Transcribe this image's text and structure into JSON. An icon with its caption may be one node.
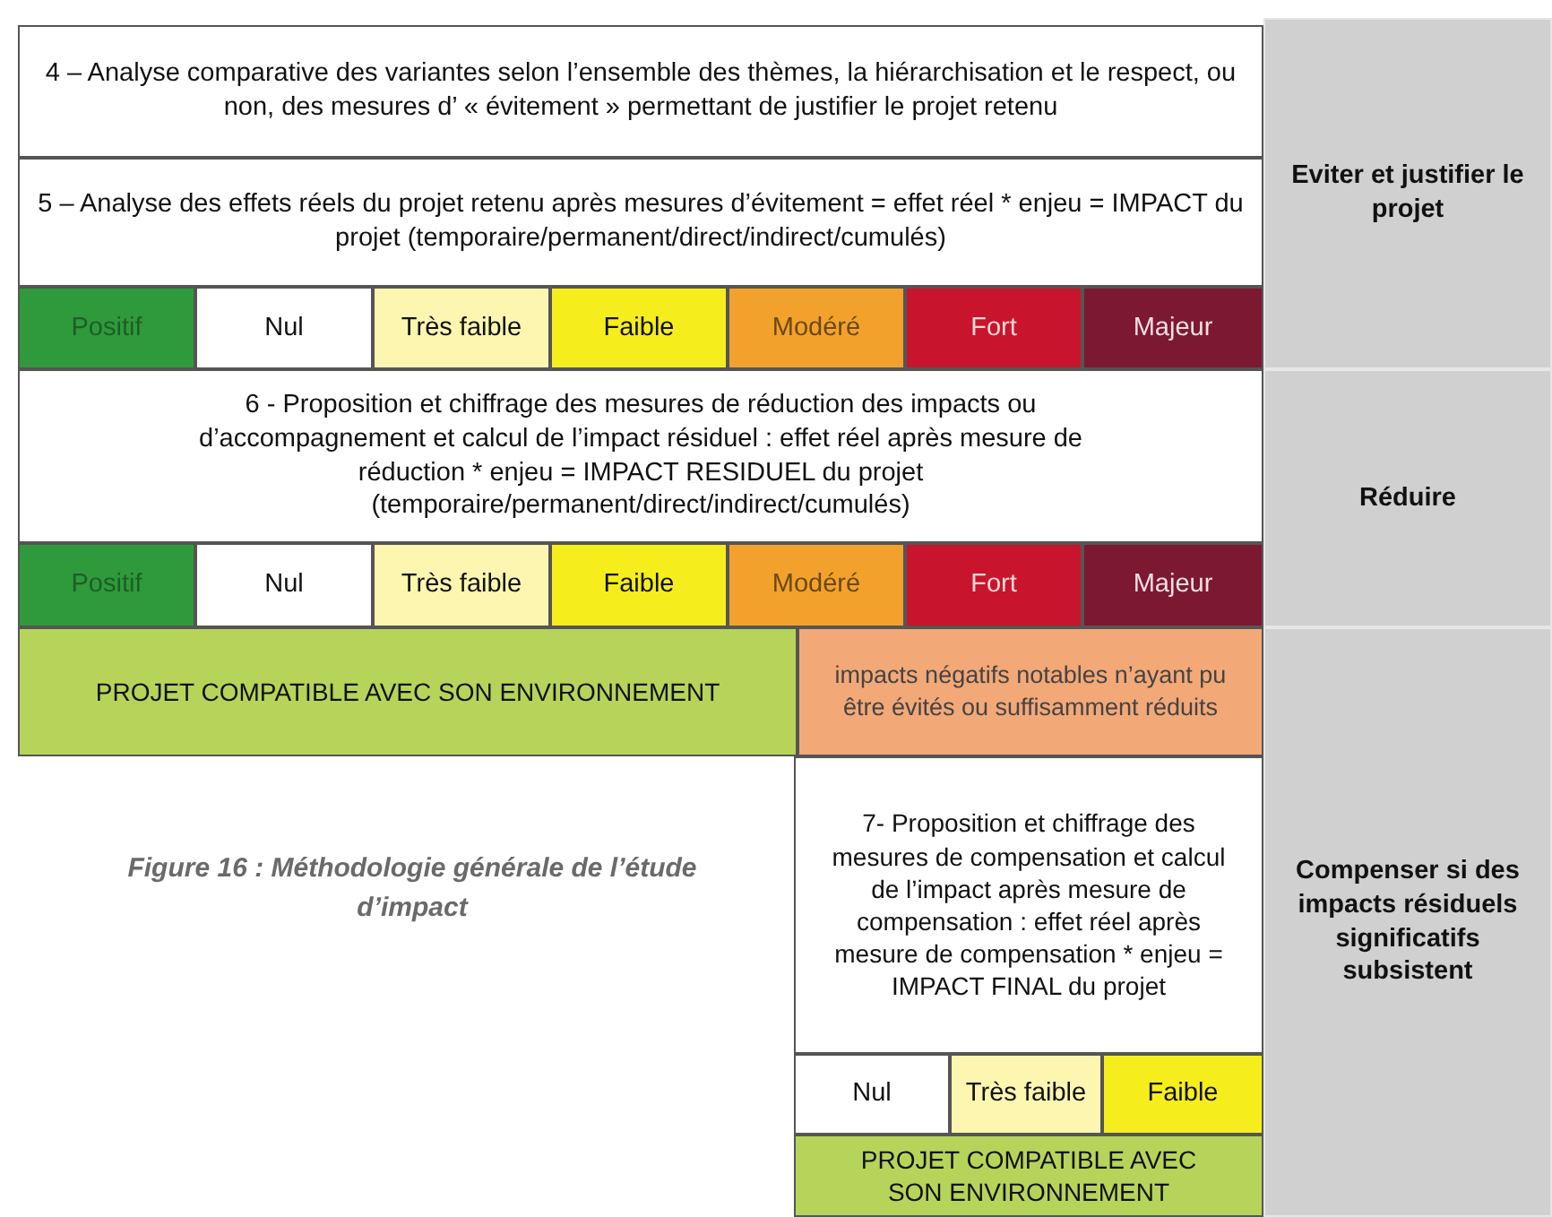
{
  "diagram": {
    "caption": "Figure 16 : Méthodologie générale de l’étude d’impact",
    "nodes": [
      {
        "text": [
          "4 – Analyse comparative des variantes selon l’ensemble des thèmes, la hiérarchisation et le respect, ou non, des mesures d’ « évitement » permettant de justifier le projet retenu"
        ]
      },
      {
        "text": [
          "5 – Analyse des effets réels du projet retenu après mesures d’évitement = effet réel * enjeu = IMPACT du projet (temporaire/permanent/direct/indirect/cumulés)"
        ]
      },
      {
        "text": [
          "Positif"
        ]
      },
      {
        "text": [
          "Nul"
        ]
      },
      {
        "text": [
          "Très faible"
        ]
      },
      {
        "text": [
          "Faible"
        ]
      },
      {
        "text": [
          "Modéré"
        ]
      },
      {
        "text": [
          "Fort"
        ]
      },
      {
        "text": [
          "Majeur"
        ]
      },
      {
        "text": [
          "Eviter et justifier le projet"
        ]
      },
      {
        "text": [
          "6 - Proposition et chiffrage des mesures de réduction des impacts ou d’accompagnement et calcul de l’impact résiduel : effet réel après mesure de réduction * enjeu = IMPACT RESIDUEL du projet (temporaire/permanent/direct/indirect/cumulés)"
        ]
      },
      {
        "text": [
          "Positif"
        ]
      },
      {
        "text": [
          "Nul"
        ]
      },
      {
        "text": [
          "Très faible"
        ]
      },
      {
        "text": [
          "Faible"
        ]
      },
      {
        "text": [
          "Modéré"
        ]
      },
      {
        "text": [
          "Fort"
        ]
      },
      {
        "text": [
          "Majeur"
        ]
      },
      {
        "text": [
          "Réduire"
        ]
      },
      {
        "text": [
          "PROJET COMPATIBLE AVEC SON ENVIRONNEMENT"
        ]
      },
      {
        "text": [
          "impacts négatifs notables n’ayant pu être évités ou suffisamment réduits"
        ]
      },
      {
        "text": [
          "7- Proposition et chiffrage des mesures de compensation et calcul de l’impact après mesure de compensation : effet réel après mesure de compensation * enjeu = IMPACT FINAL du projet"
        ]
      },
      {
        "text": [
          "Nul"
        ]
      },
      {
        "text": [
          "Très faible"
        ]
      },
      {
        "text": [
          "Faible"
        ]
      },
      {
        "text": [
          "PROJET COMPATIBLE AVEC SON ENVIRONNEMENT"
        ]
      },
      {
        "text": [
          "Compenser si des impacts résiduels significatifs subsistent"
        ]
      }
    ]
  }
}
